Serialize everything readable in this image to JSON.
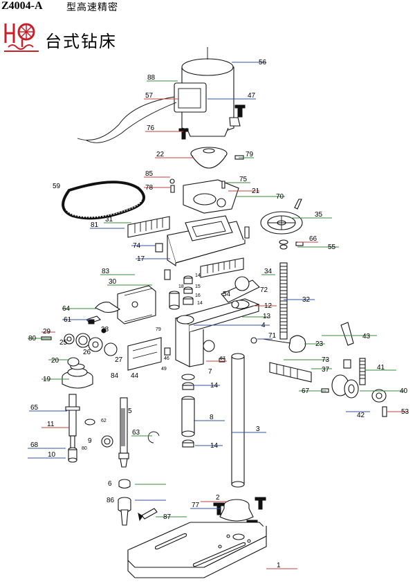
{
  "header": {
    "model": "Z4004-A",
    "subtitle": "型高速精密",
    "brand_text": "台式钻床"
  },
  "colors": {
    "logo": "#c8202a",
    "leader_red": "#c04040",
    "leader_green": "#3a8a3a",
    "leader_blue": "#3050a0"
  },
  "logo": {
    "icon": "company-logo-icon"
  },
  "labels": [
    {
      "key": "56",
      "text": "56"
    },
    {
      "key": "88",
      "text": "88"
    },
    {
      "key": "57",
      "text": "57"
    },
    {
      "key": "47",
      "text": "47"
    },
    {
      "key": "76",
      "text": "76"
    },
    {
      "key": "22",
      "text": "22"
    },
    {
      "key": "79a",
      "text": "79"
    },
    {
      "key": "85",
      "text": "85"
    },
    {
      "key": "78",
      "text": "78"
    },
    {
      "key": "59",
      "text": "59"
    },
    {
      "key": "75",
      "text": "75"
    },
    {
      "key": "21",
      "text": "21"
    },
    {
      "key": "70",
      "text": "70"
    },
    {
      "key": "31",
      "text": "31"
    },
    {
      "key": "81",
      "text": "81"
    },
    {
      "key": "35",
      "text": "35"
    },
    {
      "key": "66",
      "text": "66"
    },
    {
      "key": "74",
      "text": "74"
    },
    {
      "key": "55",
      "text": "55"
    },
    {
      "key": "17",
      "text": "17"
    },
    {
      "key": "83",
      "text": "83"
    },
    {
      "key": "14a",
      "text": "14"
    },
    {
      "key": "34",
      "text": "34"
    },
    {
      "key": "30",
      "text": "30"
    },
    {
      "key": "18",
      "text": "18"
    },
    {
      "key": "15",
      "text": "15"
    },
    {
      "key": "16",
      "text": "16"
    },
    {
      "key": "14b",
      "text": "14"
    },
    {
      "key": "54",
      "text": "54"
    },
    {
      "key": "72",
      "text": "72"
    },
    {
      "key": "32",
      "text": "32"
    },
    {
      "key": "12",
      "text": "12"
    },
    {
      "key": "64",
      "text": "64"
    },
    {
      "key": "13",
      "text": "13"
    },
    {
      "key": "61",
      "text": "61"
    },
    {
      "key": "4",
      "text": "4"
    },
    {
      "key": "79b",
      "text": "79"
    },
    {
      "key": "28",
      "text": "28"
    },
    {
      "key": "29",
      "text": "29"
    },
    {
      "key": "43",
      "text": "43"
    },
    {
      "key": "80a",
      "text": "80"
    },
    {
      "key": "25",
      "text": "25"
    },
    {
      "key": "71",
      "text": "71"
    },
    {
      "key": "23",
      "text": "23"
    },
    {
      "key": "26",
      "text": "26"
    },
    {
      "key": "20",
      "text": "20"
    },
    {
      "key": "27",
      "text": "27"
    },
    {
      "key": "46",
      "text": "46"
    },
    {
      "key": "73",
      "text": "73"
    },
    {
      "key": "67a",
      "text": "67"
    },
    {
      "key": "84",
      "text": "84"
    },
    {
      "key": "44",
      "text": "44"
    },
    {
      "key": "49",
      "text": "49"
    },
    {
      "key": "41",
      "text": "41"
    },
    {
      "key": "7",
      "text": "7"
    },
    {
      "key": "37",
      "text": "37"
    },
    {
      "key": "19",
      "text": "19"
    },
    {
      "key": "14c",
      "text": "14"
    },
    {
      "key": "67b",
      "text": "67"
    },
    {
      "key": "40",
      "text": "40"
    },
    {
      "key": "65",
      "text": "65"
    },
    {
      "key": "5",
      "text": "5"
    },
    {
      "key": "53",
      "text": "53"
    },
    {
      "key": "42",
      "text": "42"
    },
    {
      "key": "8",
      "text": "8"
    },
    {
      "key": "62",
      "text": "62"
    },
    {
      "key": "11",
      "text": "11"
    },
    {
      "key": "3",
      "text": "3"
    },
    {
      "key": "63",
      "text": "63"
    },
    {
      "key": "9",
      "text": "9"
    },
    {
      "key": "68",
      "text": "68"
    },
    {
      "key": "80b",
      "text": "80"
    },
    {
      "key": "14d",
      "text": "14"
    },
    {
      "key": "10",
      "text": "10"
    },
    {
      "key": "6",
      "text": "6"
    },
    {
      "key": "86",
      "text": "86"
    },
    {
      "key": "2",
      "text": "2"
    },
    {
      "key": "77",
      "text": "77"
    },
    {
      "key": "87",
      "text": "87"
    },
    {
      "key": "1",
      "text": "1"
    }
  ]
}
